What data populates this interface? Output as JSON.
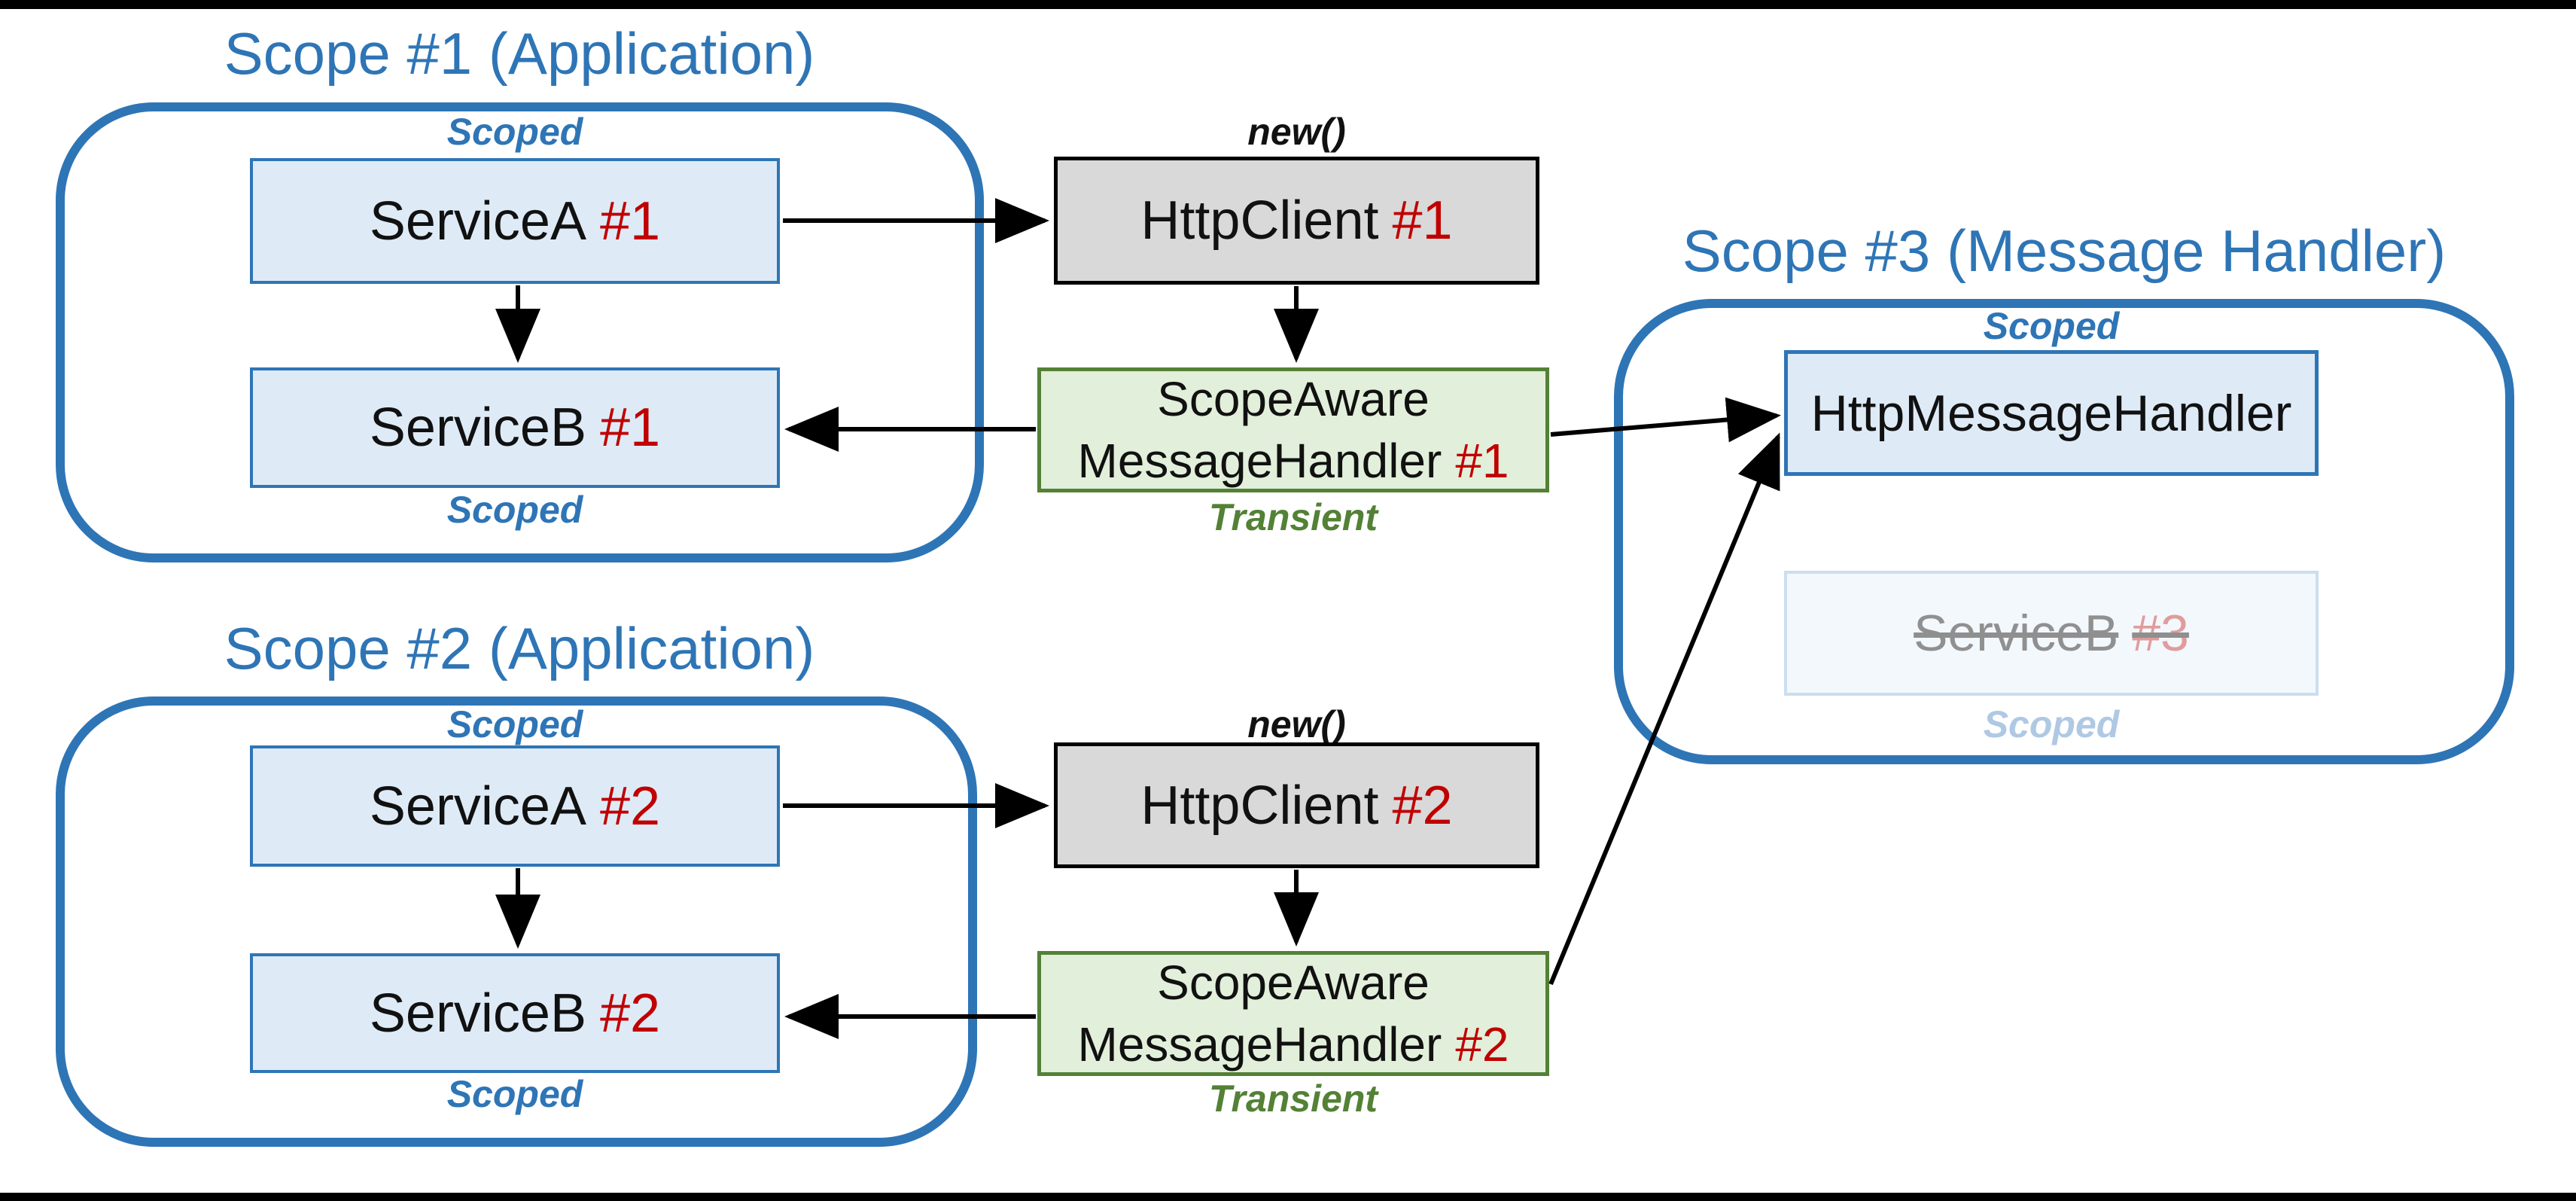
{
  "scope1": {
    "title": "Scope #1 (Application)",
    "scoped_top_label": "Scoped",
    "scoped_bottom_label": "Scoped",
    "service_a": {
      "name": "ServiceA",
      "instance": "#1"
    },
    "service_b": {
      "name": "ServiceB",
      "instance": "#1"
    }
  },
  "scope2": {
    "title": "Scope #2 (Application)",
    "scoped_top_label": "Scoped",
    "scoped_bottom_label": "Scoped",
    "service_a": {
      "name": "ServiceA",
      "instance": "#2"
    },
    "service_b": {
      "name": "ServiceB",
      "instance": "#2"
    }
  },
  "scope3": {
    "title": "Scope #3 (Message Handler)",
    "scoped_label": "Scoped",
    "http_message_handler": {
      "name": "HttpMessageHandler"
    },
    "service_b_disposed": {
      "name": "ServiceB",
      "instance": "#3"
    },
    "scoped_faded_label": "Scoped"
  },
  "flow1": {
    "new_label": "new()",
    "http_client": {
      "name": "HttpClient",
      "instance": "#1"
    },
    "handler": {
      "line1": "ScopeAware",
      "line2": "MessageHandler",
      "instance": "#1"
    },
    "transient_label": "Transient"
  },
  "flow2": {
    "new_label": "new()",
    "http_client": {
      "name": "HttpClient",
      "instance": "#2"
    },
    "handler": {
      "line1": "ScopeAware",
      "line2": "MessageHandler",
      "instance": "#2"
    },
    "transient_label": "Transient"
  },
  "arrows": [
    {
      "from": "service-a-1",
      "to": "http-client-1"
    },
    {
      "from": "service-a-1",
      "to": "service-b-1"
    },
    {
      "from": "http-client-1",
      "to": "scope-aware-message-handler-1"
    },
    {
      "from": "scope-aware-message-handler-1",
      "to": "service-b-1"
    },
    {
      "from": "scope-aware-message-handler-1",
      "to": "http-message-handler"
    },
    {
      "from": "service-a-2",
      "to": "http-client-2"
    },
    {
      "from": "service-a-2",
      "to": "service-b-2"
    },
    {
      "from": "http-client-2",
      "to": "scope-aware-message-handler-2"
    },
    {
      "from": "scope-aware-message-handler-2",
      "to": "service-b-2"
    },
    {
      "from": "scope-aware-message-handler-2",
      "to": "http-message-handler"
    }
  ],
  "colors": {
    "accent_blue": "#2E75B6",
    "service_fill": "#DEEBF7",
    "client_fill": "#D9D9D9",
    "client_border": "#000000",
    "handler_fill": "#E2EFDA",
    "handler_border": "#538135",
    "instance_red": "#C00000",
    "transient_green": "#538135",
    "ghost_fill": "#F3F8FD",
    "ghost_border": "#CBDEF0",
    "ghost_text": "#909090",
    "ghost_instance": "#E09C9C",
    "ghost_scoped": "#AFC9E4",
    "frame_bar": "#000000"
  }
}
